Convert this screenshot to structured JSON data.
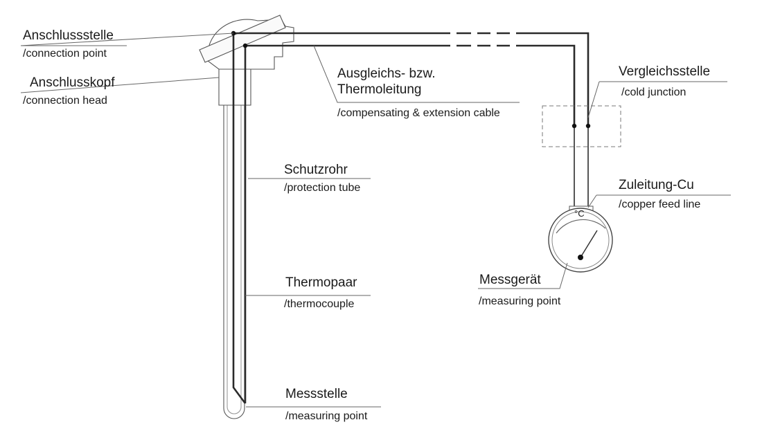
{
  "labels": {
    "connection_point": {
      "de": "Anschlussstelle",
      "en": "/connection point"
    },
    "connection_head": {
      "de": "Anschlusskopf",
      "en": "/connection head"
    },
    "compensating_cable": {
      "de_line1": "Ausgleichs- bzw.",
      "de_line2": "Thermoleitung",
      "en": "/compensating & extension cable"
    },
    "cold_junction": {
      "de": "Vergleichsstelle",
      "en": "/cold junction"
    },
    "protection_tube": {
      "de": "Schutzrohr",
      "en": "/protection tube"
    },
    "copper_feed_line": {
      "de": "Zuleitung-Cu",
      "en": "/copper feed line"
    },
    "thermocouple": {
      "de": "Thermopaar",
      "en": "/thermocouple"
    },
    "measuring_device": {
      "de": "Messgerät",
      "en": "/measuring point"
    },
    "measuring_point": {
      "de": "Messstelle",
      "en": "/measuring point"
    }
  },
  "gauge": {
    "unit": "°C"
  },
  "colors": {
    "wire": "#2a2a2a",
    "outline": "#555555",
    "text": "#1a1a1a"
  }
}
